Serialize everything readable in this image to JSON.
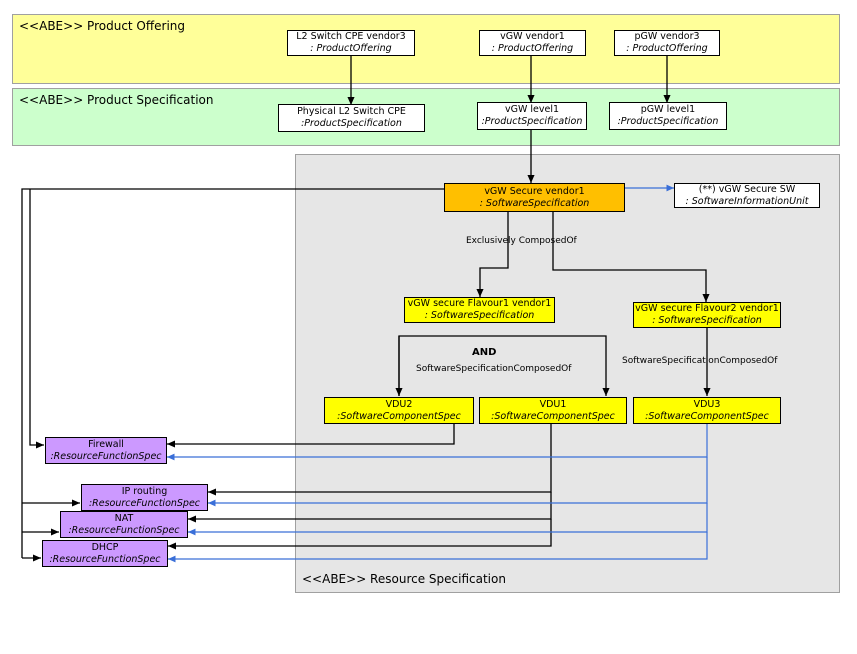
{
  "regions": {
    "offering": "<<ABE>> Product Offering",
    "specification": "<<ABE>> Product Specification",
    "resource": "<<ABE>> Resource Specification"
  },
  "offerings": {
    "l2": {
      "name": "L2 Switch CPE vendor3",
      "type": ": ProductOffering"
    },
    "vgw": {
      "name": "vGW vendor1",
      "type": ": ProductOffering"
    },
    "pgw": {
      "name": "pGW vendor3",
      "type": ": ProductOffering"
    }
  },
  "specs": {
    "l2": {
      "name": "Physical L2 Switch CPE",
      "type": ":ProductSpecification"
    },
    "vgw": {
      "name": "vGW level1",
      "type": ":ProductSpecification"
    },
    "pgw": {
      "name": "pGW level1",
      "type": ":ProductSpecification"
    }
  },
  "software": {
    "secure": {
      "name": "vGW Secure vendor1",
      "type": ": SoftwareSpecification"
    },
    "info": {
      "name": "(**) vGW Secure SW",
      "type": ": SoftwareInformationUnit"
    },
    "flavour1": {
      "name": "vGW secure Flavour1 vendor1",
      "type": ": SoftwareSpecification"
    },
    "flavour2": {
      "name": "vGW secure Flavour2 vendor1",
      "type": ": SoftwareSpecification"
    }
  },
  "components": {
    "vdu2": {
      "name": "VDU2",
      "type": ":SoftwareComponentSpec"
    },
    "vdu1": {
      "name": "VDU1",
      "type": ":SoftwareComponentSpec"
    },
    "vdu3": {
      "name": "VDU3",
      "type": ":SoftwareComponentSpec"
    }
  },
  "functions": {
    "firewall": {
      "name": "Firewall",
      "type": ":ResourceFunctionSpec"
    },
    "iprouting": {
      "name": "IP routing",
      "type": ":ResourceFunctionSpec"
    },
    "nat": {
      "name": "NAT",
      "type": ":ResourceFunctionSpec"
    },
    "dhcp": {
      "name": "DHCP",
      "type": ":ResourceFunctionSpec"
    }
  },
  "labels": {
    "exclusive": "Exclusively ComposedOf",
    "and": "AND",
    "composed1": "SoftwareSpecificationComposedOf",
    "composed2": "SoftwareSpecificationComposedOf"
  },
  "colors": {
    "offering_bg": "#ffff99",
    "specification_bg": "#ccffcc",
    "resource_bg": "#e6e6e6",
    "secure_fill": "#ffbf00",
    "component_fill": "#ffff00",
    "function_fill": "#cc99ff",
    "link_black": "#000000",
    "link_blue": "#3a6fd8"
  }
}
